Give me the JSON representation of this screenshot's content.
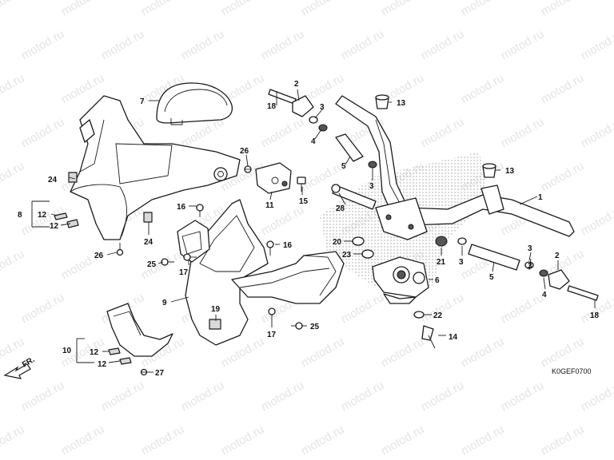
{
  "diagram": {
    "code": "K0GEF0700",
    "front_label": "FR.",
    "watermark_text": "motod.ru",
    "callouts": [
      {
        "id": "c1",
        "label": "1"
      },
      {
        "id": "c2a",
        "label": "2"
      },
      {
        "id": "c2b",
        "label": "2"
      },
      {
        "id": "c3a",
        "label": "3"
      },
      {
        "id": "c3b",
        "label": "3"
      },
      {
        "id": "c3c",
        "label": "3"
      },
      {
        "id": "c3d",
        "label": "3"
      },
      {
        "id": "c3e",
        "label": "3"
      },
      {
        "id": "c4a",
        "label": "4"
      },
      {
        "id": "c4b",
        "label": "4"
      },
      {
        "id": "c5a",
        "label": "5"
      },
      {
        "id": "c5b",
        "label": "5"
      },
      {
        "id": "c6",
        "label": "6"
      },
      {
        "id": "c7",
        "label": "7"
      },
      {
        "id": "c8",
        "label": "8"
      },
      {
        "id": "c9",
        "label": "9"
      },
      {
        "id": "c10",
        "label": "10"
      },
      {
        "id": "c11",
        "label": "11"
      },
      {
        "id": "c12a",
        "label": "12"
      },
      {
        "id": "c12b",
        "label": "12"
      },
      {
        "id": "c12c",
        "label": "12"
      },
      {
        "id": "c12d",
        "label": "12"
      },
      {
        "id": "c13a",
        "label": "13"
      },
      {
        "id": "c13b",
        "label": "13"
      },
      {
        "id": "c14",
        "label": "14"
      },
      {
        "id": "c15",
        "label": "15"
      },
      {
        "id": "c16a",
        "label": "16"
      },
      {
        "id": "c16b",
        "label": "16"
      },
      {
        "id": "c17a",
        "label": "17"
      },
      {
        "id": "c17b",
        "label": "17"
      },
      {
        "id": "c18a",
        "label": "18"
      },
      {
        "id": "c18b",
        "label": "18"
      },
      {
        "id": "c19",
        "label": "19"
      },
      {
        "id": "c20",
        "label": "20"
      },
      {
        "id": "c21",
        "label": "21"
      },
      {
        "id": "c22",
        "label": "22"
      },
      {
        "id": "c23",
        "label": "23"
      },
      {
        "id": "c24a",
        "label": "24"
      },
      {
        "id": "c24b",
        "label": "24"
      },
      {
        "id": "c25a",
        "label": "25"
      },
      {
        "id": "c25b",
        "label": "25"
      },
      {
        "id": "c26a",
        "label": "26"
      },
      {
        "id": "c26b",
        "label": "26"
      },
      {
        "id": "c27",
        "label": "27"
      },
      {
        "id": "c28",
        "label": "28"
      }
    ]
  }
}
